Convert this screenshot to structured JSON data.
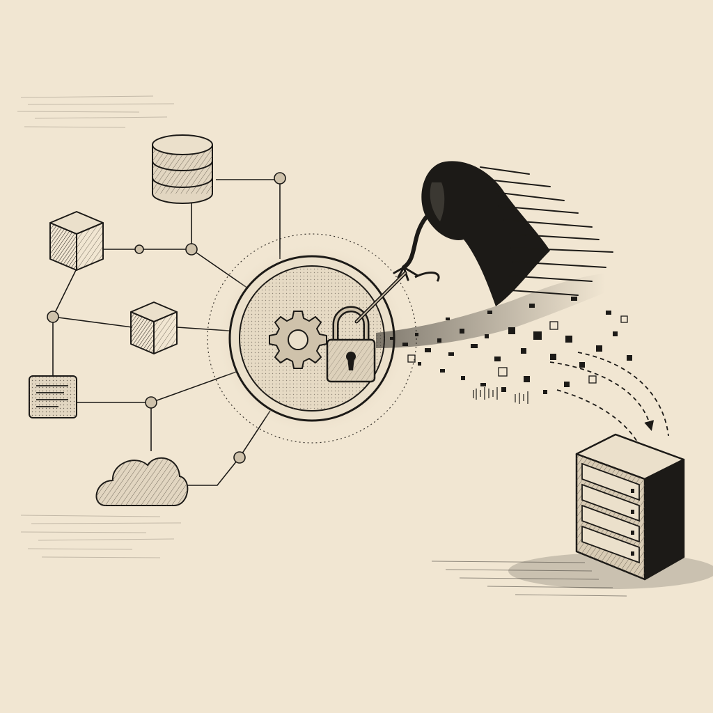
{
  "colors": {
    "paper": "#f1e6d2",
    "ink": "#1c1a17",
    "ink_soft": "#3a352e",
    "shade": "#8d8273",
    "node_fill": "#e2d6c1",
    "panel_fill": "#ebe0cb"
  },
  "icons": [
    "database-icon",
    "cube-icon",
    "document-icon",
    "cloud-icon",
    "gear-icon",
    "padlock-icon",
    "server-rack-icon",
    "hooded-figure",
    "lockpick-tool"
  ],
  "network": {
    "hub": "central-security-hub",
    "nodes": [
      "database",
      "cube",
      "cube",
      "document",
      "cloud"
    ]
  },
  "exfiltration": {
    "source": "padlock",
    "destination": "server-rack",
    "stream": "data-fragments"
  }
}
